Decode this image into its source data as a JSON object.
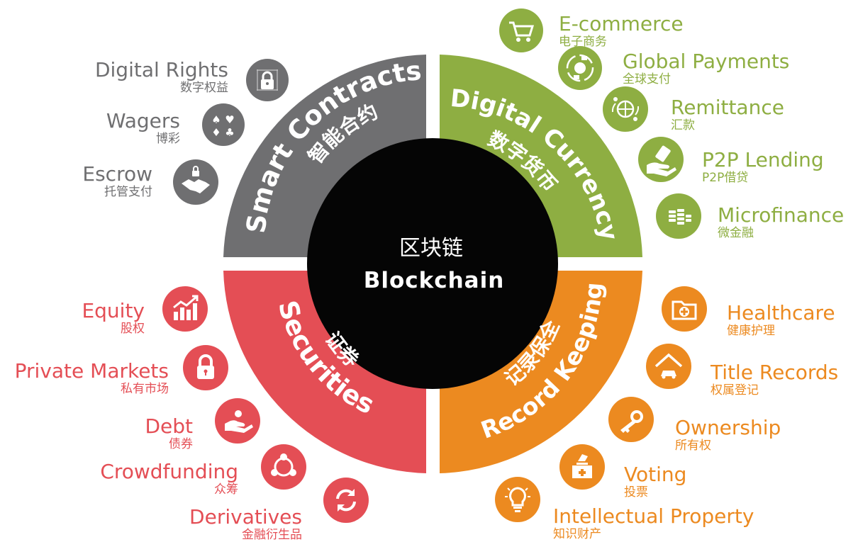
{
  "center": {
    "zh": "区块链",
    "en": "Blockchain"
  },
  "colors": {
    "smart_contracts": "#6f6f71",
    "digital_currency": "#8eae42",
    "securities": "#e44e55",
    "record_keeping": "#ec8a20",
    "center": "#050505"
  },
  "quadrants": {
    "smart_contracts": {
      "title_en": "Smart Contracts",
      "title_zh": "智能合约",
      "items": [
        {
          "en": "Digital Rights",
          "zh": "数字权益",
          "icon": "lock-grid-icon"
        },
        {
          "en": "Wagers",
          "zh": "博彩",
          "icon": "card-suits-icon"
        },
        {
          "en": "Escrow",
          "zh": "托管支付",
          "icon": "handshake-icon"
        }
      ]
    },
    "digital_currency": {
      "title_en": "Digital Currency",
      "title_zh": "数字货币",
      "items": [
        {
          "en": "E-commerce",
          "zh": "电子商务",
          "icon": "shopping-cart-icon"
        },
        {
          "en": "Global Payments",
          "zh": "全球支付",
          "icon": "globe-exchange-icon"
        },
        {
          "en": "Remittance",
          "zh": "汇款",
          "icon": "globe-people-icon"
        },
        {
          "en": "P2P Lending",
          "zh": "P2P借贷",
          "icon": "hand-money-icon"
        },
        {
          "en": "Microfinance",
          "zh": "微金融",
          "icon": "coin-stack-icon"
        }
      ]
    },
    "securities": {
      "title_en": "Securities",
      "title_zh": "证券",
      "items": [
        {
          "en": "Equity",
          "zh": "股权",
          "icon": "growth-chart-icon"
        },
        {
          "en": "Private Markets",
          "zh": "私有市场",
          "icon": "padlock-icon"
        },
        {
          "en": "Debt",
          "zh": "债券",
          "icon": "hand-coin-icon"
        },
        {
          "en": "Crowdfunding",
          "zh": "众筹",
          "icon": "people-circle-icon"
        },
        {
          "en": "Derivatives",
          "zh": "金融衍生品",
          "icon": "exchange-arrows-icon"
        }
      ]
    },
    "record_keeping": {
      "title_en": "Record Keeping",
      "title_zh": "记录保全",
      "items": [
        {
          "en": "Healthcare",
          "zh": "健康护理",
          "icon": "medical-folder-icon"
        },
        {
          "en": "Title Records",
          "zh": "权属登记",
          "icon": "house-car-icon"
        },
        {
          "en": "Ownership",
          "zh": "所有权",
          "icon": "key-icon"
        },
        {
          "en": "Voting",
          "zh": "投票",
          "icon": "ballot-box-icon"
        },
        {
          "en": "Intellectual Property",
          "zh": "知识财产",
          "icon": "lightbulb-icon"
        }
      ]
    }
  }
}
